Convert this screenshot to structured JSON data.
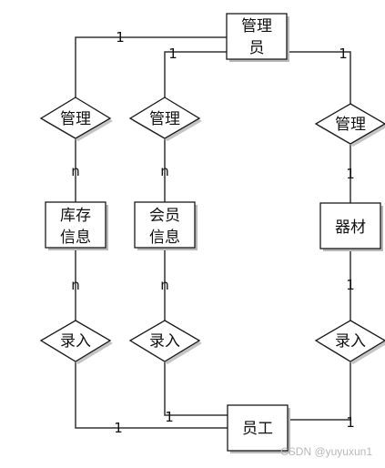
{
  "entities": {
    "admin": [
      "管理",
      "员"
    ],
    "inventory": [
      "库存",
      "信息"
    ],
    "member": [
      "会员",
      "信息"
    ],
    "equipment": [
      "器材"
    ],
    "staff": [
      "员工"
    ]
  },
  "relationships": {
    "manage_inventory": "管理",
    "manage_member": "管理",
    "manage_equipment": "管理",
    "enter_inventory": "录入",
    "enter_member": "录入",
    "enter_equipment": "录入"
  },
  "cardinalities": {
    "admin_to_manage_inventory": "1",
    "admin_to_manage_member": "1",
    "admin_to_manage_equipment": "1",
    "manage_inventory_to_inventory": "n",
    "manage_member_to_member": "n",
    "manage_equipment_to_equipment": "1",
    "inventory_to_enter_inventory": "n",
    "member_to_enter_member": "n",
    "equipment_to_enter_equipment": "1",
    "enter_inventory_to_staff": "1",
    "enter_member_to_staff": "1",
    "enter_equipment_to_staff": "1"
  },
  "watermark": "CSDN @yuyuxun1"
}
